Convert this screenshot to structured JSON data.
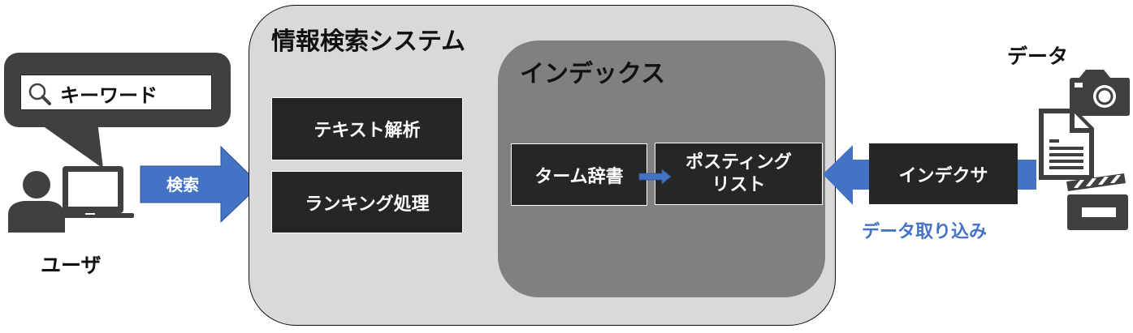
{
  "user": {
    "search_keyword": "キーワード",
    "label": "ユーザ"
  },
  "search_arrow": {
    "label": "検索",
    "color": "#4472c4"
  },
  "system": {
    "title": "情報検索システム",
    "components": [
      {
        "label": "テキスト解析"
      },
      {
        "label": "ランキング処理"
      }
    ],
    "index": {
      "title": "インデックス",
      "term_dictionary": "ターム辞書",
      "posting_list_line1": "ポスティング",
      "posting_list_line2": "リスト"
    }
  },
  "indexer": {
    "label": "インデクサ"
  },
  "import_arrow": {
    "label": "データ取り込み",
    "color": "#4472c4"
  },
  "data_source": {
    "label": "データ",
    "icons": [
      "camera-icon",
      "document-icon",
      "clapperboard-icon"
    ]
  },
  "colors": {
    "accent_blue": "#4472c4",
    "dark_box": "#262626",
    "system_bg": "#d9d9d9",
    "index_bg": "#808080",
    "icon_gray": "#404040"
  }
}
